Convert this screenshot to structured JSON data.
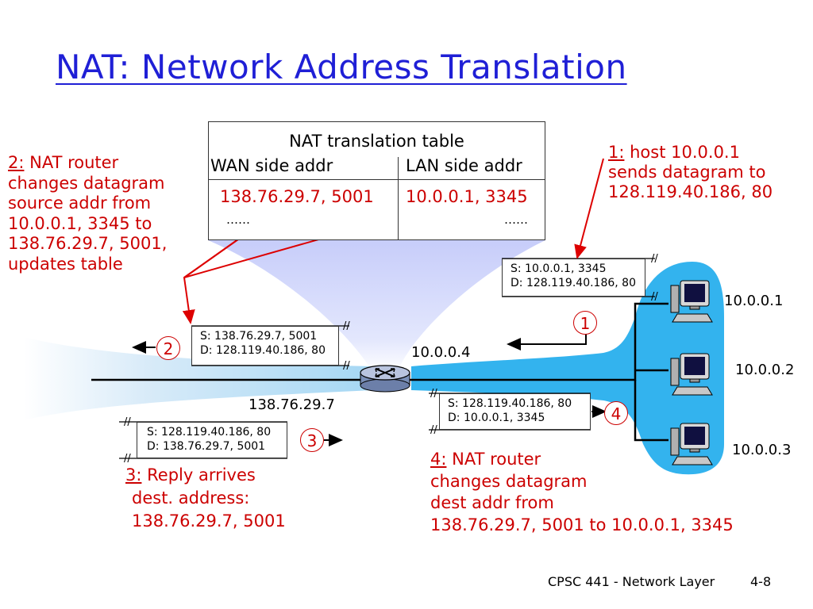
{
  "title": "NAT: Network Address Translation",
  "nat_table": {
    "caption": "NAT translation table",
    "wan_header": "WAN side addr",
    "lan_header": "LAN side addr",
    "wan_entry": "138.76.29.7, 5001",
    "lan_entry": "10.0.0.1, 3345",
    "wan_dots": "……",
    "lan_dots": "……"
  },
  "datagrams": {
    "d1": {
      "src": "S: 10.0.0.1, 3345",
      "dst": "D: 128.119.40.186, 80"
    },
    "d2": {
      "src": "S: 138.76.29.7, 5001",
      "dst": "D: 128.119.40.186, 80"
    },
    "d3": {
      "src": "S: 128.119.40.186, 80",
      "dst": "D: 138.76.29.7, 5001"
    },
    "d4": {
      "src": "S: 128.119.40.186, 80",
      "dst": "D: 10.0.0.1, 3345"
    }
  },
  "steps": {
    "s1": "1",
    "s2": "2",
    "s3": "3",
    "s4": "4"
  },
  "notes": {
    "n1": {
      "num": "1:",
      "lines": [
        "host 10.0.0.1",
        "sends datagram to",
        "128.119.40.186, 80"
      ]
    },
    "n2": {
      "num": "2:",
      "lines": [
        "NAT router",
        "changes datagram",
        "source addr from",
        "10.0.0.1, 3345 to",
        "138.76.29.7, 5001,",
        "updates table"
      ]
    },
    "n3": {
      "num": "3:",
      "lines": [
        "Reply arrives",
        "dest. address:",
        "138.76.29.7, 5001"
      ]
    },
    "n4": {
      "num": "4:",
      "lines": [
        "NAT router",
        "changes datagram",
        "dest addr from",
        "138.76.29.7, 5001 to 10.0.0.1, 3345"
      ]
    }
  },
  "addresses": {
    "router_lan": "10.0.0.4",
    "router_wan": "138.76.29.7",
    "host1": "10.0.0.1",
    "host2": "10.0.0.2",
    "host3": "10.0.0.3"
  },
  "footer": {
    "course": "CPSC 441 - Network Layer",
    "page": "4-8"
  },
  "colors": {
    "title": "#1f1fd6",
    "annotation": "#cc0000",
    "lan_region": "#33b3ee",
    "funnel": "#c9d2fa"
  },
  "icons": {
    "router": "router-icon",
    "host": "desktop-computer-icon"
  }
}
